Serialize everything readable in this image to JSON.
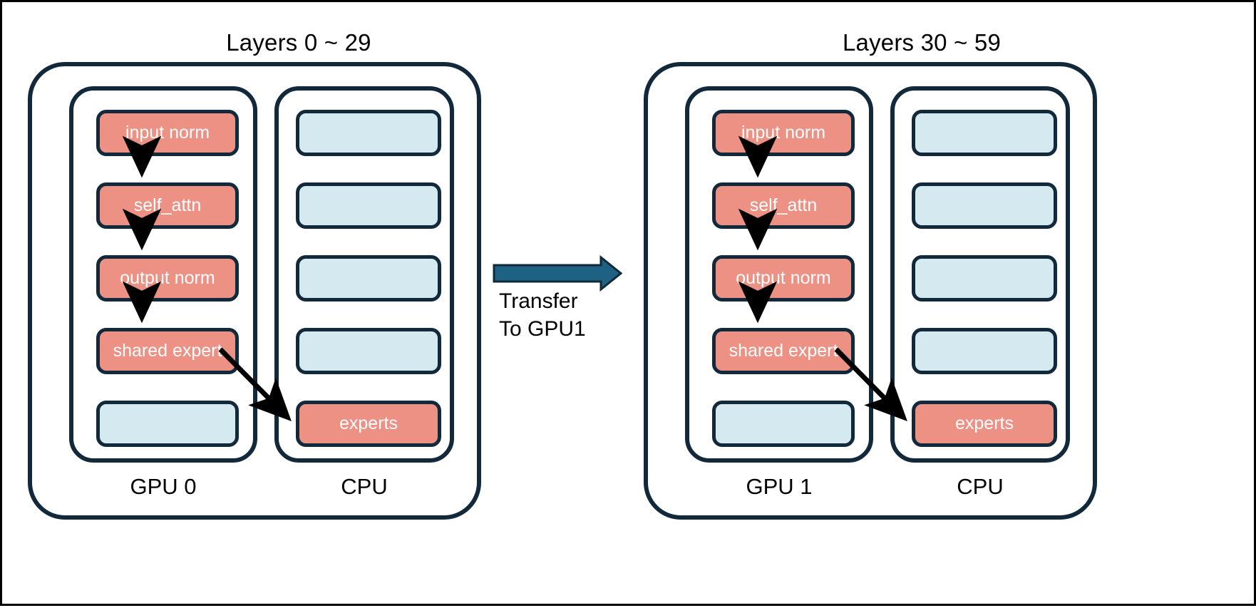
{
  "diagram": {
    "title_left": "Layers 0 ~ 29",
    "title_right": "Layers 30 ~ 59",
    "colors": {
      "coral_block": "#ec9184",
      "blue_block": "#d5e9f0",
      "outline": "#12293b",
      "transfer_arrow": "#1e6283",
      "background": "#ffffff",
      "text_on_coral": "#ffffff",
      "label_text": "#000000"
    },
    "transfer": {
      "line1": "Transfer",
      "line2": "To GPU1",
      "arrow_direction": "right",
      "arrow_color": "#1e6283"
    },
    "groups": [
      {
        "name": "left-group",
        "title": "Layers 0 ~ 29",
        "gpu": {
          "label": "GPU 0",
          "blocks": [
            {
              "label": "input norm",
              "kind": "coral"
            },
            {
              "label": "self_attn",
              "kind": "coral"
            },
            {
              "label": "output norm",
              "kind": "coral"
            },
            {
              "label": "shared expert",
              "kind": "coral"
            },
            {
              "label": "",
              "kind": "blue"
            }
          ]
        },
        "cpu": {
          "label": "CPU",
          "blocks": [
            {
              "label": "",
              "kind": "blue"
            },
            {
              "label": "",
              "kind": "blue"
            },
            {
              "label": "",
              "kind": "blue"
            },
            {
              "label": "",
              "kind": "blue"
            },
            {
              "label": "experts",
              "kind": "coral"
            }
          ]
        }
      },
      {
        "name": "right-group",
        "title": "Layers 30 ~ 59",
        "gpu": {
          "label": "GPU 1",
          "blocks": [
            {
              "label": "input norm",
              "kind": "coral"
            },
            {
              "label": "self_attn",
              "kind": "coral"
            },
            {
              "label": "output norm",
              "kind": "coral"
            },
            {
              "label": "shared expert",
              "kind": "coral"
            },
            {
              "label": "",
              "kind": "blue"
            }
          ]
        },
        "cpu": {
          "label": "CPU",
          "blocks": [
            {
              "label": "",
              "kind": "blue"
            },
            {
              "label": "",
              "kind": "blue"
            },
            {
              "label": "",
              "kind": "blue"
            },
            {
              "label": "",
              "kind": "blue"
            },
            {
              "label": "experts",
              "kind": "coral"
            }
          ]
        }
      }
    ],
    "flow_arrows": [
      {
        "from": "input norm",
        "to": "self_attn",
        "style": "vertical"
      },
      {
        "from": "self_attn",
        "to": "output norm",
        "style": "vertical"
      },
      {
        "from": "output norm",
        "to": "shared expert",
        "style": "vertical"
      },
      {
        "from": "shared expert",
        "to": "experts",
        "style": "diagonal"
      }
    ]
  }
}
